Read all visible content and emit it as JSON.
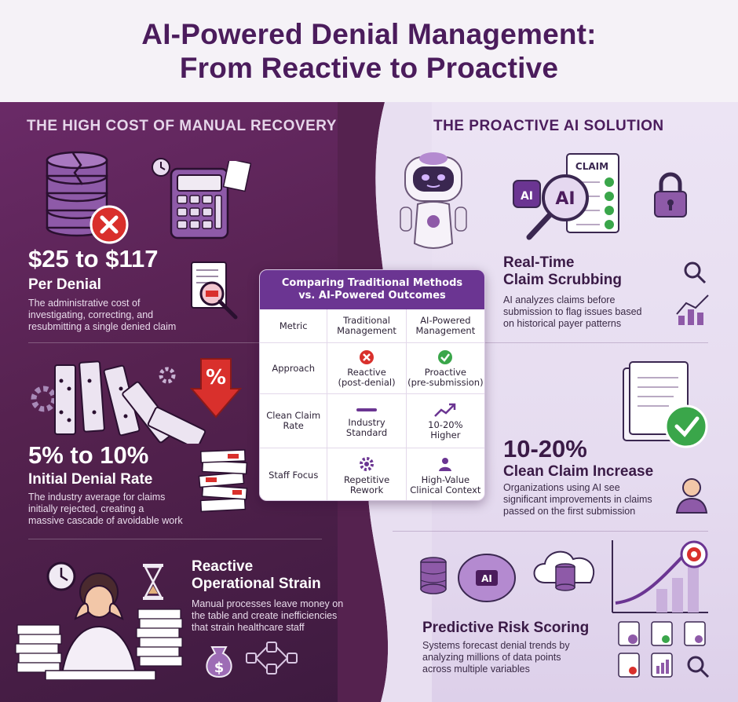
{
  "header": {
    "title_line1": "AI-Powered Denial Management:",
    "title_line2": "From Reactive to Proactive"
  },
  "left": {
    "title": "THE HIGH COST OF MANUAL RECOVERY",
    "stat1": {
      "value": "$25 to $117",
      "label": "Per Denial",
      "desc_line1": "The administrative cost of",
      "desc_line2": "investigating, correcting, and",
      "desc_line3": "resubmitting a single denied claim"
    },
    "stat2": {
      "value": "5% to 10%",
      "label": "Initial Denial Rate",
      "desc_line1": "The industry average for claims",
      "desc_line2": "initially rejected, creating a",
      "desc_line3": "massive cascade of avoidable work"
    },
    "stat3": {
      "label_line1": "Reactive",
      "label_line2": "Operational Strain",
      "desc_line1": "Manual processes leave money on",
      "desc_line2": "the table and create inefficiencies",
      "desc_line3": "that strain healthcare staff"
    },
    "percent_symbol": "%"
  },
  "right": {
    "title": "THE PROACTIVE AI SOLUTION",
    "claim_label": "CLAIM",
    "ai_label": "AI",
    "feature1": {
      "label_line1": "Real-Time",
      "label_line2": "Claim Scrubbing",
      "desc_line1": "AI analyzes claims before",
      "desc_line2": "submission to flag issues based",
      "desc_line3": "on historical payer patterns"
    },
    "feature2": {
      "value": "10-20%",
      "label": "Clean Claim Increase",
      "desc_line1": "Organizations using AI see",
      "desc_line2": "significant improvements in claims",
      "desc_line3": "passed on the first submission"
    },
    "feature3": {
      "label": "Predictive Risk Scoring",
      "desc_line1": "Systems forecast denial trends by",
      "desc_line2": "analyzing millions of data points",
      "desc_line3": "across multiple variables"
    }
  },
  "table": {
    "title_line1": "Comparing Traditional Methods",
    "title_line2": "vs. AI-Powered Outcomes",
    "columns": [
      "Metric",
      "Traditional Management",
      "AI-Powered Management"
    ],
    "col2_line1": "Traditional",
    "col2_line2": "Management",
    "col3_line1": "AI-Powered",
    "col3_line2": "Management",
    "rows": [
      {
        "metric_line1": "Approach",
        "metric_line2": "",
        "trad_line1": "Reactive",
        "trad_line2": "(post-denial)",
        "ai_line1": "Proactive",
        "ai_line2": "(pre-submission)"
      },
      {
        "metric_line1": "Clean Claim",
        "metric_line2": "Rate",
        "trad_line1": "Industry",
        "trad_line2": "Standard",
        "ai_line1": "10-20%",
        "ai_line2": "Higher"
      },
      {
        "metric_line1": "Staff Focus",
        "metric_line2": "",
        "trad_line1": "Repetitive",
        "trad_line2": "Rework",
        "ai_line1": "High-Value",
        "ai_line2": "Clinical Context"
      }
    ]
  },
  "colors": {
    "brand_purple": "#4b1c5c",
    "accent_purple": "#6b3592",
    "danger_red": "#d9302c",
    "success_green": "#3aa64a"
  },
  "icons": [
    "coins-icon",
    "x-circle-icon",
    "calculator-icon",
    "clock-icon",
    "document-magnifier-icon",
    "dominoes-icon",
    "gear-icon",
    "percent-down-arrow-icon",
    "paper-stack-icon",
    "stressed-worker-icon",
    "hourglass-icon",
    "money-bag-icon",
    "workflow-icon",
    "robot-icon",
    "ai-magnifier-icon",
    "claim-checklist-icon",
    "lock-icon",
    "chart-icon",
    "documents-check-icon",
    "person-icon",
    "brain-ai-icon",
    "database-icon",
    "cloud-icon",
    "target-growth-icon",
    "report-icons"
  ]
}
